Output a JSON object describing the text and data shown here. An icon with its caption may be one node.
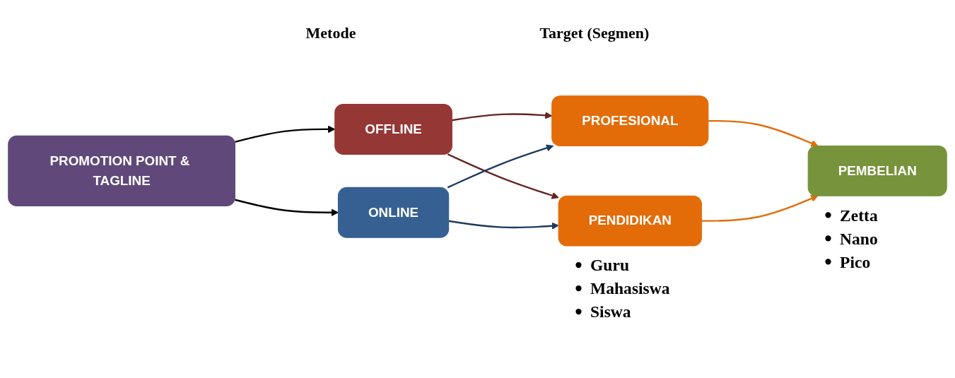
{
  "diagram": {
    "nodes": [
      {
        "text": [
          "PROMOTION POINT & TAGLINE"
        ]
      },
      {
        "text": [
          "OFFLINE"
        ]
      },
      {
        "text": [
          "ONLINE"
        ]
      },
      {
        "text": [
          "PROFESIONAL"
        ]
      },
      {
        "text": [
          "PENDIDIKAN"
        ],
        "beside": [
          "Guru",
          "Mahasiswa",
          "Siswa"
        ]
      },
      {
        "text": [
          "PEMBELIAN"
        ],
        "beside": [
          "Zetta",
          "Nano",
          "Pico"
        ]
      }
    ],
    "edges": [
      {
        "from": 0,
        "to": 1,
        "arrow": "to",
        "color": "#000000"
      },
      {
        "from": 0,
        "to": 2,
        "arrow": "to",
        "color": "#000000"
      },
      {
        "from": 1,
        "to": 3,
        "arrow": "to",
        "color": "#632523"
      },
      {
        "from": 1,
        "to": 4,
        "arrow": "to",
        "color": "#632523"
      },
      {
        "from": 2,
        "to": 3,
        "arrow": "to",
        "color": "#1f3a5f"
      },
      {
        "from": 2,
        "to": 4,
        "arrow": "to",
        "color": "#1f3a5f"
      },
      {
        "from": 3,
        "to": 5,
        "arrow": "to",
        "color": "#e36c09"
      },
      {
        "from": 4,
        "to": 5,
        "arrow": "to",
        "color": "#e36c09"
      }
    ],
    "labels": [
      "Metode",
      "Target (Segmen)"
    ]
  }
}
